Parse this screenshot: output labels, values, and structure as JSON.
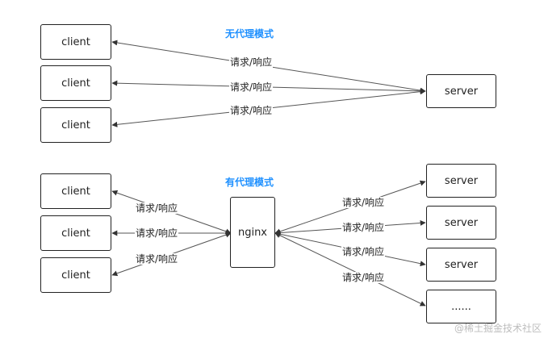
{
  "top": {
    "title": "无代理模式",
    "clients": [
      "client",
      "client",
      "client"
    ],
    "server": "server",
    "edge_labels": [
      "请求/响应",
      "请求/响应",
      "请求/响应"
    ]
  },
  "bottom": {
    "title": "有代理模式",
    "clients": [
      "client",
      "client",
      "client"
    ],
    "proxy": "nginx",
    "servers": [
      "server",
      "server",
      "server",
      "......"
    ],
    "client_edge_labels": [
      "请求/响应",
      "请求/响应",
      "请求/响应"
    ],
    "server_edge_labels": [
      "请求/响应",
      "请求/响应",
      "请求/响应",
      "请求/响应"
    ]
  },
  "watermark": "@稀土掘金技术社区",
  "colors": {
    "title": "#1e90ff",
    "stroke": "#222222",
    "arrow": "#555555"
  }
}
